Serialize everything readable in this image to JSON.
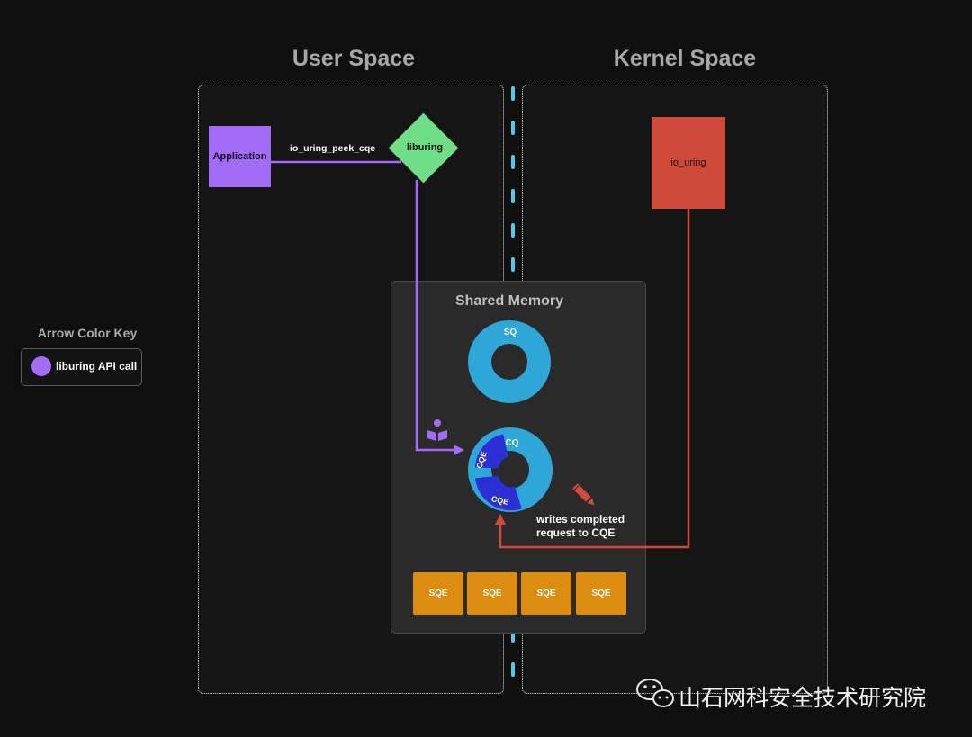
{
  "user_space": {
    "title": "User Space"
  },
  "kernel_space": {
    "title": "Kernel Space"
  },
  "application": {
    "label": "Application",
    "color": "#a36cf7"
  },
  "liburing": {
    "label": "liburing",
    "color": "#6fde86"
  },
  "call": {
    "label": "io_uring_peek_cqe",
    "color": "#a46cf5"
  },
  "kernel": {
    "label": "io_uring",
    "color": "#cf4a3b"
  },
  "shared_memory": {
    "title": "Shared Memory",
    "sq_label": "SQ",
    "cq_label": "CQ",
    "cqe_labels": [
      "CQE",
      "CQE"
    ],
    "sqe_labels": [
      "SQE",
      "SQE",
      "SQE",
      "SQE"
    ],
    "ring_color": "#2ea7d8",
    "cqe_color": "#2c2fd6",
    "sqe_color": "#dc8c10"
  },
  "kernel_action": {
    "label": "writes completed request to CQE",
    "icon": "pencil-icon"
  },
  "user_action": {
    "icon": "reader-icon"
  },
  "arrow_key": {
    "title": "Arrow Color Key",
    "items": [
      {
        "label": "liburing API call",
        "color": "#a46cf5"
      }
    ]
  },
  "watermark": {
    "text": "山石网科安全技术研究院",
    "icon": "wechat-icon"
  }
}
